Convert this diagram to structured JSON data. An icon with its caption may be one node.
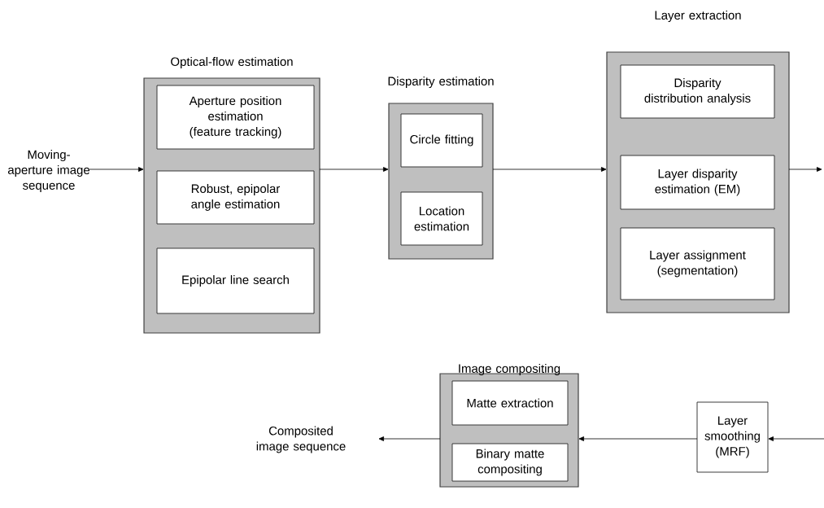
{
  "diagram": {
    "nodes": [
      {
        "text": [
          "Moving-aperture image sequence"
        ]
      },
      {
        "text": [
          "Optical-flow estimation"
        ]
      },
      {
        "text": [
          "Aperture position estimation (feature tracking)"
        ],
        "in": 1
      },
      {
        "text": [
          "Robust, epipolar angle estimation"
        ],
        "in": 1
      },
      {
        "text": [
          "Epipolar line search"
        ],
        "in": 1
      },
      {
        "text": [
          "Disparity estimation"
        ]
      },
      {
        "text": [
          "Circle fitting"
        ],
        "in": 5
      },
      {
        "text": [
          "Location estimation"
        ],
        "in": 5
      },
      {
        "text": [
          "Layer extraction"
        ]
      },
      {
        "text": [
          "Disparity distribution analysis"
        ],
        "in": 8
      },
      {
        "text": [
          "Layer disparity estimation (EM)"
        ],
        "in": 8
      },
      {
        "text": [
          "Layer assignment (segmentation)"
        ],
        "in": 8
      },
      {
        "text": [
          "Layer smoothing (MRF)"
        ]
      },
      {
        "text": [
          "Image compositing"
        ]
      },
      {
        "text": [
          "Matte extraction"
        ],
        "in": 13
      },
      {
        "text": [
          "Binary matte compositing"
        ],
        "in": 13
      },
      {
        "text": [
          "Composited image sequence"
        ]
      }
    ],
    "edges": [
      {
        "from": 0,
        "to": 1,
        "arrow": "to"
      },
      {
        "from": 1,
        "to": 5,
        "arrow": "to"
      },
      {
        "from": 5,
        "to": 8,
        "arrow": "to"
      },
      {
        "from": 8,
        "to": null,
        "arrow": "to"
      },
      {
        "from": null,
        "to": 12,
        "arrow": "to"
      },
      {
        "from": 12,
        "to": 13,
        "arrow": "to"
      },
      {
        "from": 13,
        "to": 16,
        "arrow": "to"
      }
    ]
  }
}
